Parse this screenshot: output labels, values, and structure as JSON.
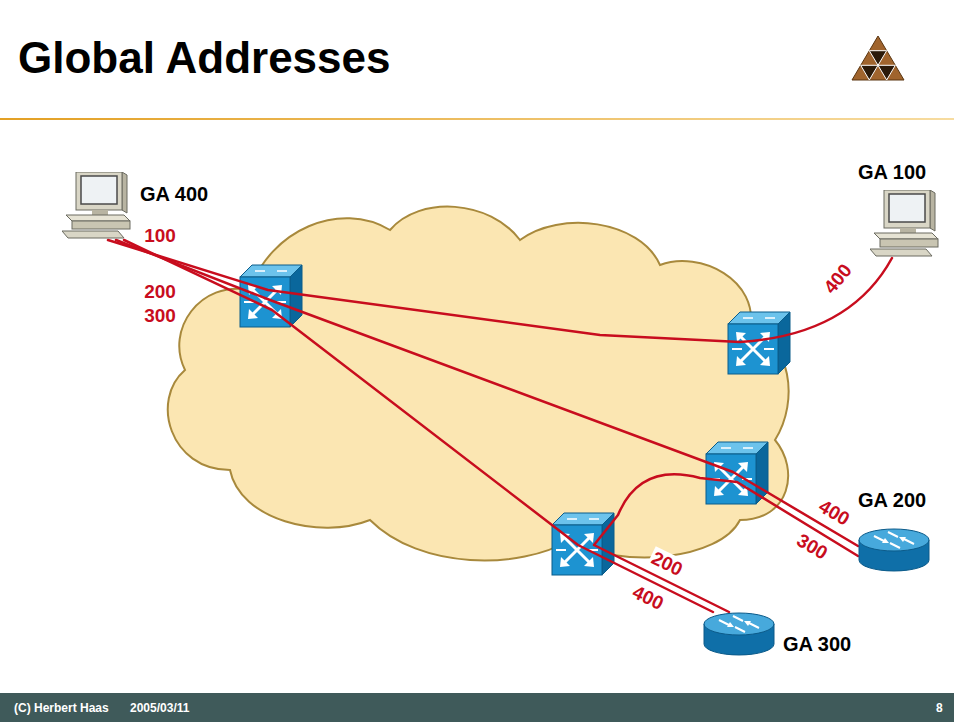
{
  "diagram": {
    "title": "Global Addresses",
    "nodes": [
      {
        "text": [
          "GA 400"
        ]
      },
      {
        "text": [
          "GA 100"
        ]
      },
      {
        "text": [
          "GA 200"
        ]
      },
      {
        "text": [
          "GA 300"
        ]
      }
    ],
    "edges": [
      {
        "from": 0,
        "to": 1,
        "arrow": "none"
      },
      {
        "from": 0,
        "to": 2,
        "arrow": "none"
      },
      {
        "from": 0,
        "to": 3,
        "arrow": "none"
      },
      {
        "from": 2,
        "to": 3,
        "arrow": "none"
      }
    ],
    "labels": [
      "100",
      "200",
      "300",
      "400",
      "400",
      "300",
      "200",
      "400",
      "(C) Herbert Haas",
      "2005/03/11",
      "8"
    ]
  }
}
